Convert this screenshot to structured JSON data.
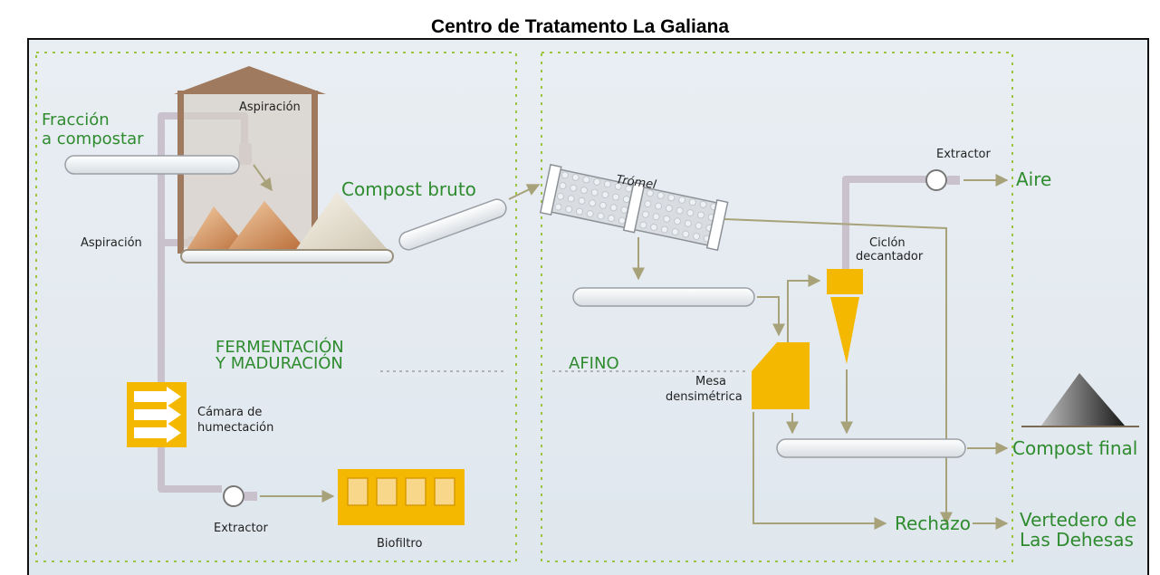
{
  "title": "Centro de Tratamento La Galiana",
  "zones": {
    "fermentation_line1": "FERMENTACIÓN",
    "fermentation_line2": "Y MADURACIÓN",
    "refining": "AFINO"
  },
  "inputs": {
    "fraction_line1": "Fracción",
    "fraction_line2": "a compostar"
  },
  "labels": {
    "aspiration_top": "Aspiración",
    "aspiration_left": "Aspiración",
    "compost_bruto": "Compost bruto",
    "camara_line1": "Cámara de",
    "camara_line2": "humectación",
    "extractor_bottom": "Extractor",
    "biofiltro": "Biofiltro",
    "tromel": "Trómel",
    "extractor_top": "Extractor",
    "ciclon_line1": "Ciclón",
    "ciclon_line2": "decantador",
    "mesa_line1": "Mesa",
    "mesa_line2": "densimétrica"
  },
  "outputs": {
    "aire": "Aire",
    "compost_final": "Compost final",
    "rechazo": "Rechazo",
    "vertedero_line1": "Vertedero de",
    "vertedero_line2": "Las Dehesas"
  },
  "colors": {
    "zone_border": "#9bc53d",
    "pipe": "#c9c2cc",
    "equipment": "#f5b800",
    "green_text": "#2e8b2e",
    "arrow": "#a8a27a"
  }
}
